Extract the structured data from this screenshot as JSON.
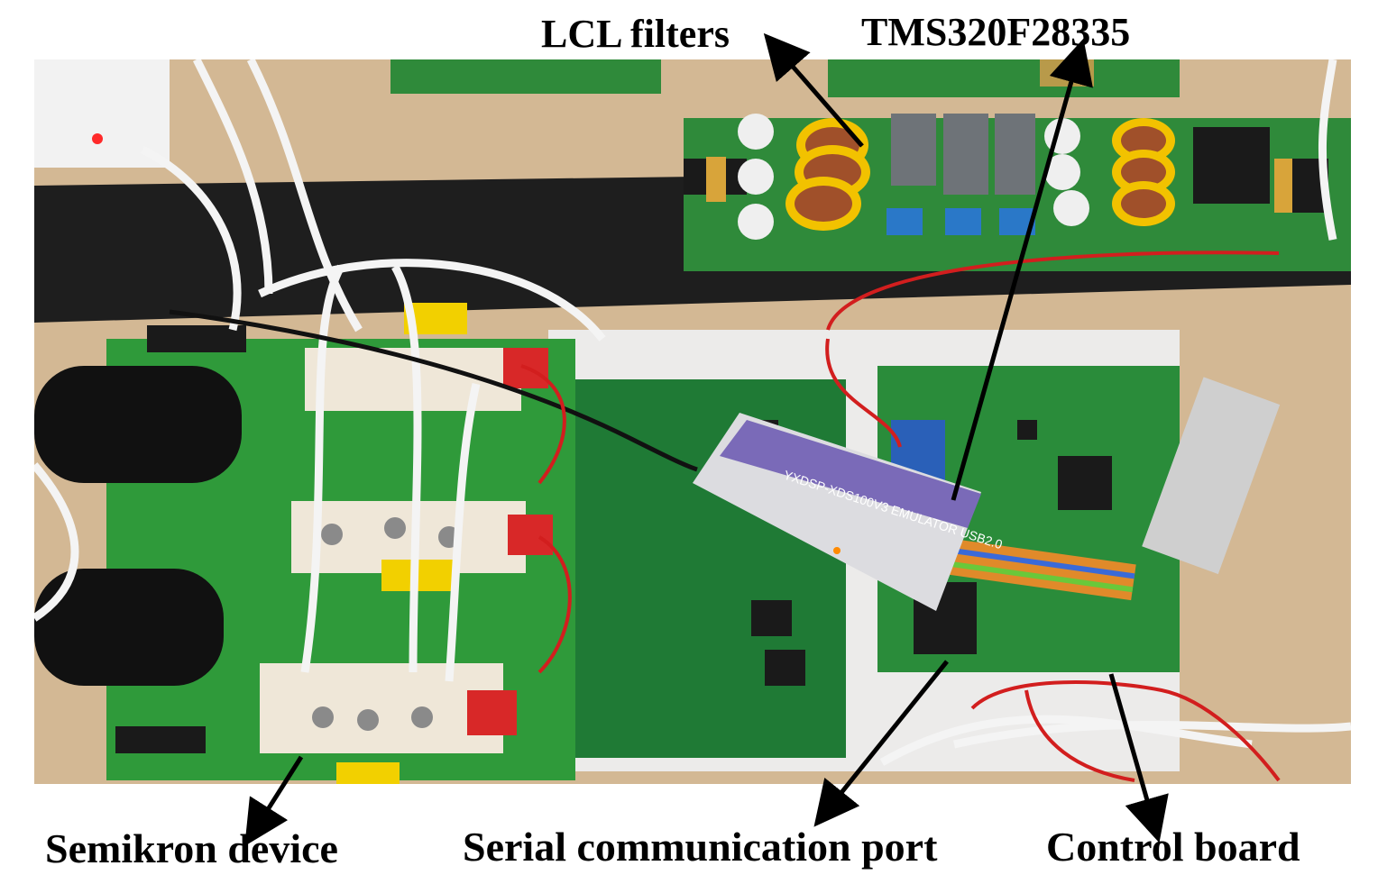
{
  "labels": {
    "lcl_filters": "LCL filters",
    "dsp": "TMS320F28335",
    "semikron": "Semikron device",
    "serial_port": "Serial communication port",
    "control_board": "Control board"
  },
  "emulator": {
    "brand": "YXDSP-XDS100V3  EMULATOR  USB2.0"
  },
  "colors": {
    "pcb_green": "#2f8a3a",
    "pcb_dark": "#1f6e2d",
    "table_wood": "#d2b693",
    "black_strip": "#1e1e1e",
    "wire_red": "#d21e1e",
    "inductor_yellow": "#f2c200",
    "inductor_copper": "#a0502a",
    "capacitor_gray": "#6e7378",
    "arrow": "#000000"
  }
}
